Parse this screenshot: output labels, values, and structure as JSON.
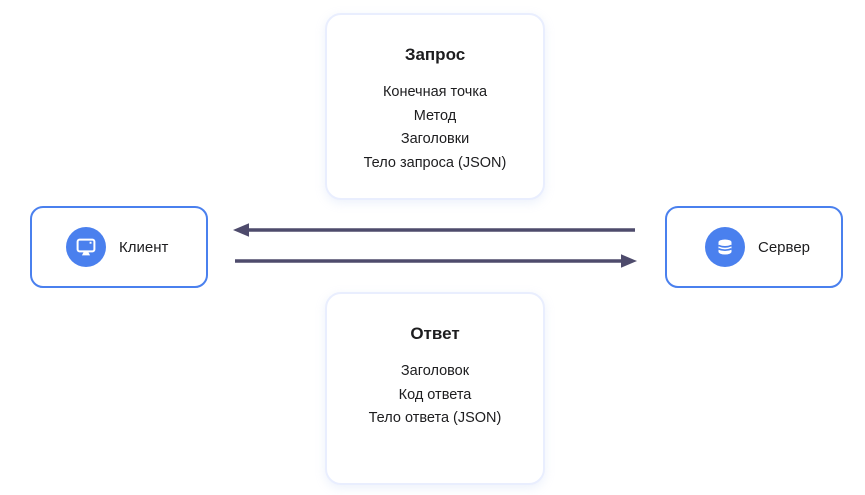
{
  "request": {
    "title": "Запрос",
    "items": [
      "Конечная точка",
      "Метод",
      "Заголовки",
      "Тело запроса (JSON)"
    ]
  },
  "response": {
    "title": "Ответ",
    "items": [
      "Заголовок",
      "Код ответа",
      "Тело ответа (JSON)"
    ]
  },
  "client": {
    "label": "Клиент",
    "icon": "monitor-icon"
  },
  "server": {
    "label": "Сервер",
    "icon": "database-icon"
  },
  "arrows": [
    {
      "name": "server-to-client",
      "direction": "left"
    },
    {
      "name": "client-to-server",
      "direction": "right"
    }
  ],
  "colors": {
    "accent": "#4a80ee",
    "arrow": "#4e4b6c",
    "panel_border": "#e9eefe",
    "text": "#1d1d1f"
  }
}
